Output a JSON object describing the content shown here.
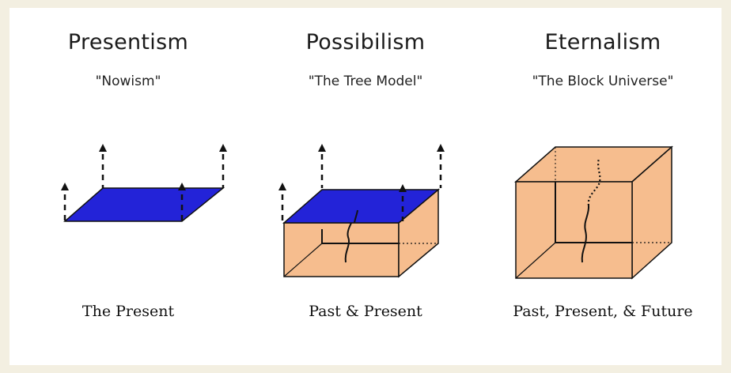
{
  "columns": [
    {
      "title": "Presentism",
      "subtitle": "\"Nowism\"",
      "caption": "The Present"
    },
    {
      "title": "Possibilism",
      "subtitle": "\"The Tree Model\"",
      "caption": "Past & Present"
    },
    {
      "title": "Eternalism",
      "subtitle": "\"The Block Universe\"",
      "caption": "Past, Present, & Future"
    }
  ],
  "colors": {
    "present_plane": "#2323d8",
    "block_fill": "#f6bd8e",
    "background": "#f3efe1",
    "line": "#111111"
  }
}
